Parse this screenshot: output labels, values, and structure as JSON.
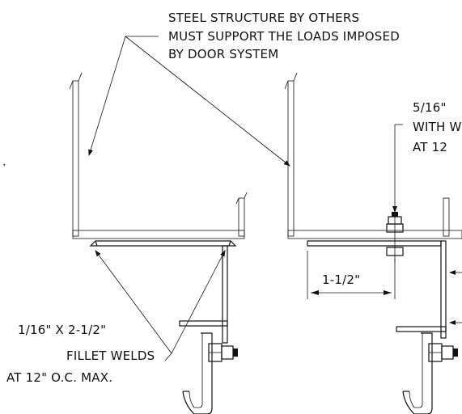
{
  "notes": {
    "steel_line1": "STEEL STRUCTURE BY OTHERS",
    "steel_line2": "MUST SUPPORT THE LOADS IMPOSED",
    "steel_line3": "BY DOOR SYSTEM",
    "bolt_line1": "5/16\"",
    "bolt_line2": "WITH W",
    "bolt_line3": "AT 12",
    "weld_line1": "1/16\" X 2-1/2\"",
    "weld_line2": "FILLET WELDS",
    "weld_line3": "AT 12\" O.C. MAX."
  },
  "dimensions": {
    "flange_offset": "1-1/2\""
  }
}
